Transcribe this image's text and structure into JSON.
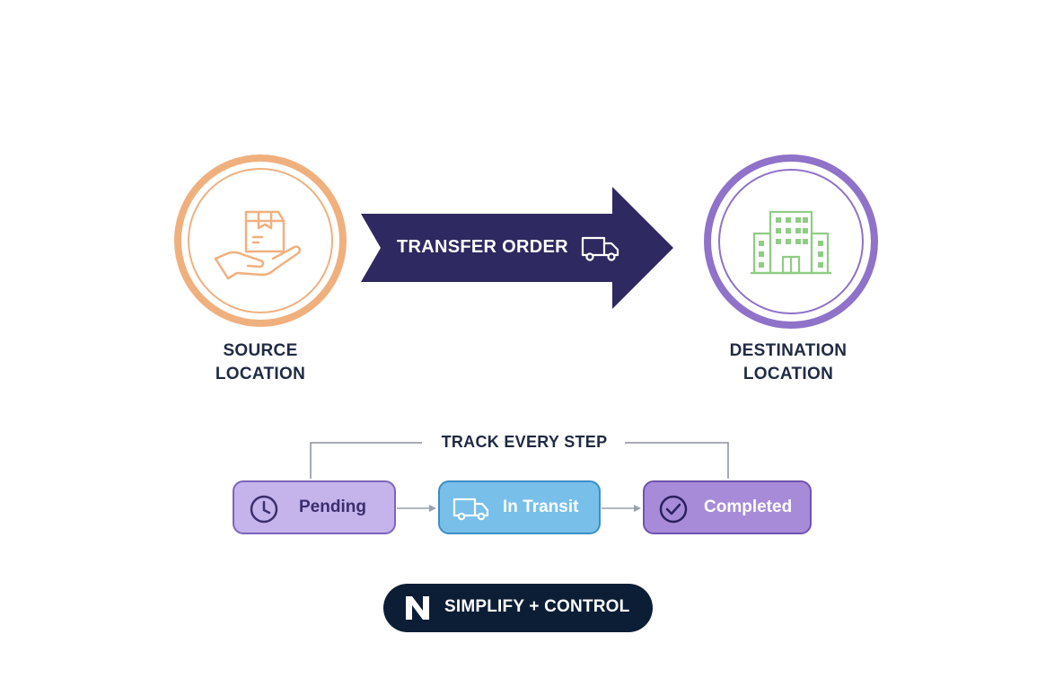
{
  "source": {
    "label_line1": "SOURCE",
    "label_line2": "LOCATION",
    "icon": "hand-package-icon",
    "color": "#f0b07e"
  },
  "destination": {
    "label_line1": "DESTINATION",
    "label_line2": "LOCATION",
    "icon": "building-icon",
    "color": "#8f72c9"
  },
  "transfer": {
    "label": "TRANSFER ORDER",
    "icon": "truck-icon",
    "color": "#2e2960"
  },
  "tracking": {
    "title": "TRACK EVERY STEP",
    "steps": [
      {
        "label": "Pending",
        "icon": "clock-icon",
        "color": "#c5b3ec"
      },
      {
        "label": "In Transit",
        "icon": "truck-icon",
        "color": "#78bfe9"
      },
      {
        "label": "Completed",
        "icon": "check-circle-icon",
        "color": "#a78bd8"
      }
    ]
  },
  "badge": {
    "logo": "N",
    "label": "SIMPLIFY + CONTROL",
    "color": "#0c1e36"
  }
}
